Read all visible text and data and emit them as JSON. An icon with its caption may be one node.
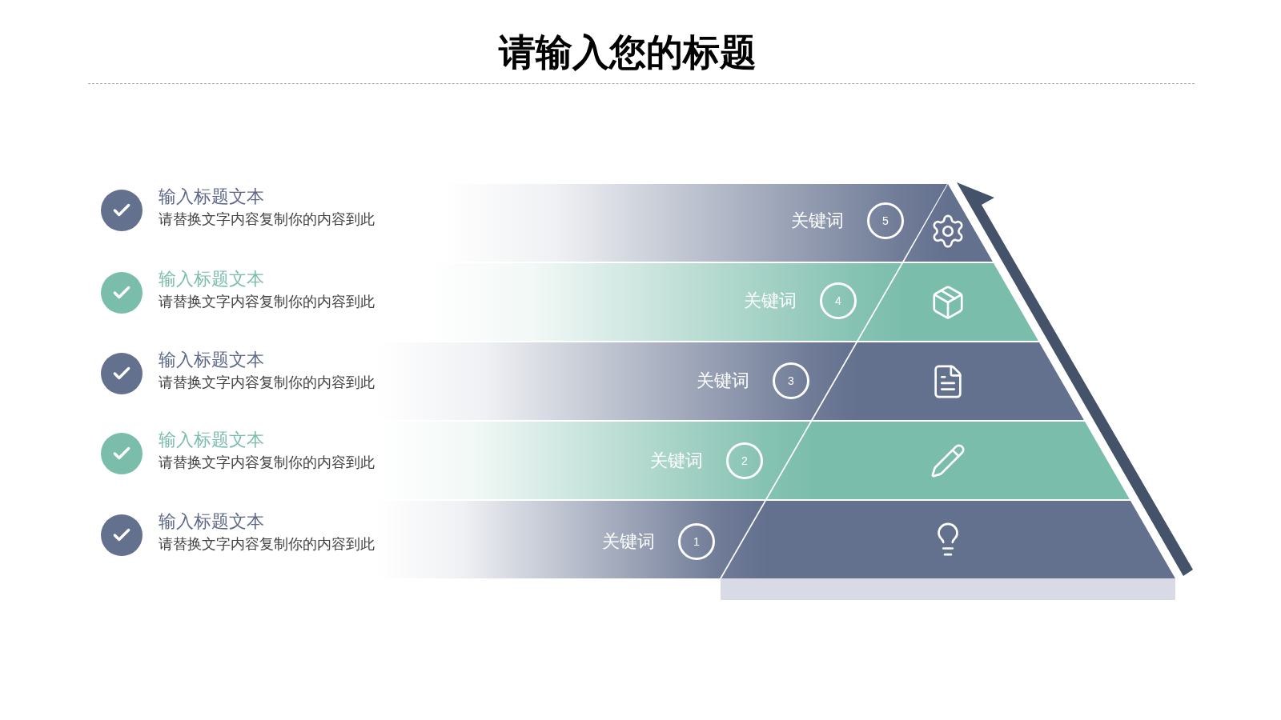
{
  "diagram": {
    "title": "请输入您的标题",
    "nodes": [
      {
        "text": [
          "关键词"
        ]
      },
      {
        "text": [
          "5"
        ],
        "in": 0
      },
      {
        "text": [
          "关键词"
        ]
      },
      {
        "text": [
          "4"
        ],
        "in": 2
      },
      {
        "text": [
          "关键词"
        ]
      },
      {
        "text": [
          "3"
        ],
        "in": 4
      },
      {
        "text": [
          "关键词"
        ]
      },
      {
        "text": [
          "2"
        ],
        "in": 6
      },
      {
        "text": [
          "关键词"
        ]
      },
      {
        "text": [
          "1"
        ],
        "in": 8
      },
      {
        "text": [],
        "shape": "bar"
      }
    ],
    "labels": [
      "输入标题文本",
      "请替换文字内容复制你的内容到此",
      "输入标题文本",
      "请替换文字内容复制你的内容到此",
      "输入标题文本",
      "请替换文字内容复制你的内容到此",
      "输入标题文本",
      "请替换文字内容复制你的内容到此",
      "输入标题文本",
      "请替换文字内容复制你的内容到此"
    ]
  }
}
